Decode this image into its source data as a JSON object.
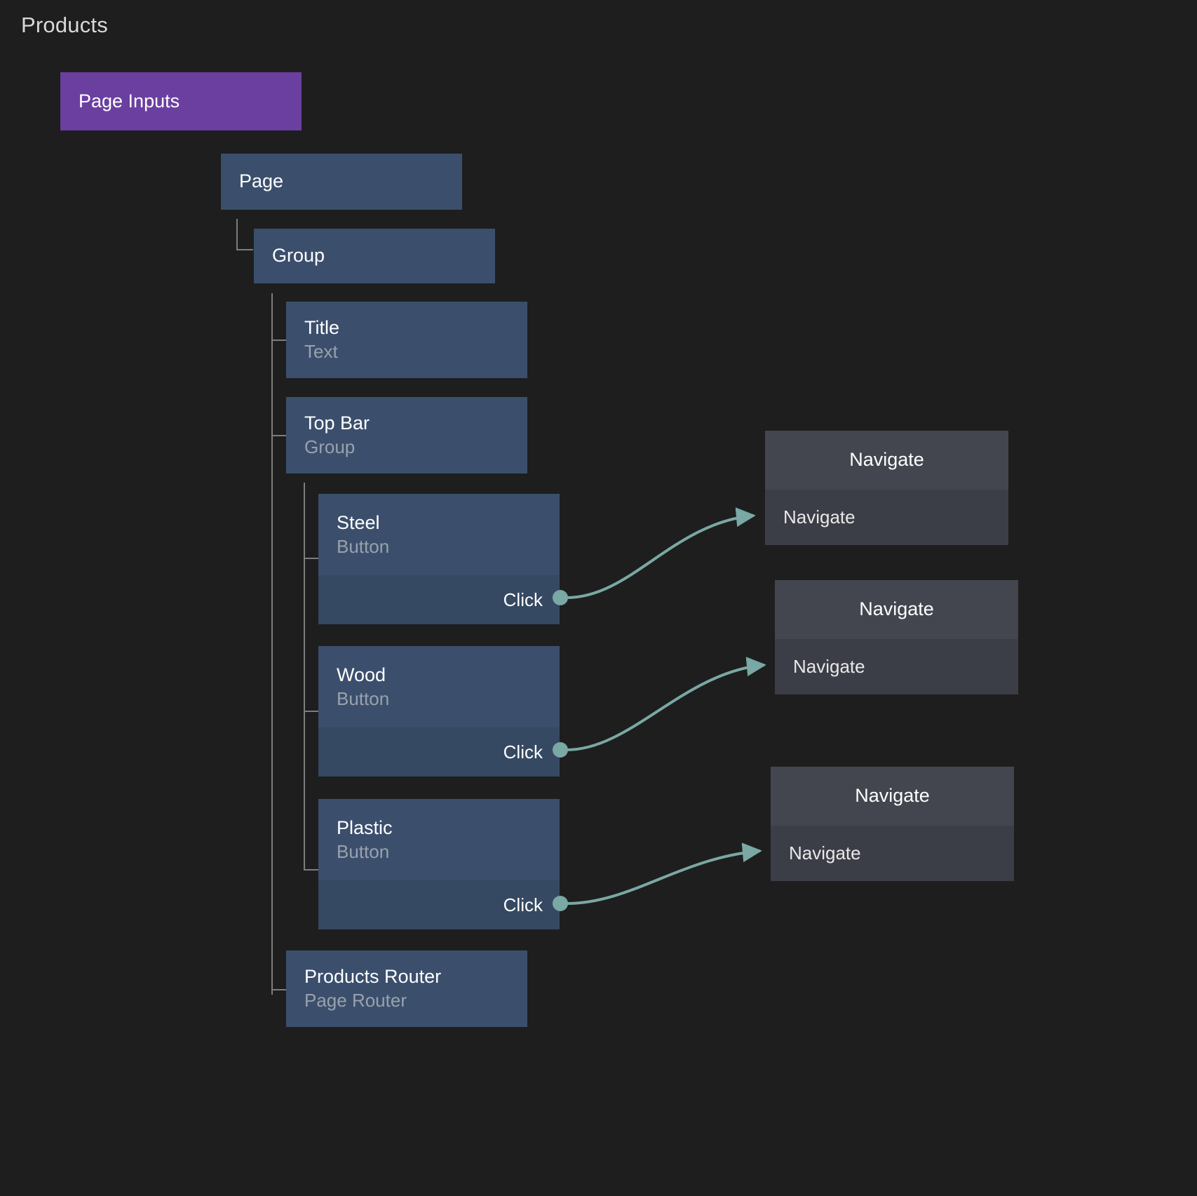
{
  "page": {
    "title": "Products",
    "background": "#1e1e1e"
  },
  "colors": {
    "accent_purple": "#6b3fa0",
    "node_blue_head": "#3b4f6d",
    "node_blue_foot": "#364962",
    "node_gray_head": "#44464f",
    "node_gray_body": "#3c3e47",
    "edge_teal": "#7aa8a4",
    "tree_line": "#7d7d7d",
    "text_primary": "#ffffff",
    "text_muted": "#9aa1ab"
  },
  "tree": {
    "page_inputs": {
      "title": "Page Inputs"
    },
    "page": {
      "title": "Page"
    },
    "group": {
      "title": "Group"
    },
    "title_node": {
      "title": "Title",
      "subtitle": "Text"
    },
    "top_bar": {
      "title": "Top Bar",
      "subtitle": "Group"
    },
    "buttons": [
      {
        "title": "Steel",
        "subtitle": "Button",
        "event": "Click"
      },
      {
        "title": "Wood",
        "subtitle": "Button",
        "event": "Click"
      },
      {
        "title": "Plastic",
        "subtitle": "Button",
        "event": "Click"
      }
    ],
    "router": {
      "title": "Products Router",
      "subtitle": "Page Router"
    }
  },
  "actions": [
    {
      "title": "Navigate",
      "body": "Navigate"
    },
    {
      "title": "Navigate",
      "body": "Navigate"
    },
    {
      "title": "Navigate",
      "body": "Navigate"
    }
  ]
}
